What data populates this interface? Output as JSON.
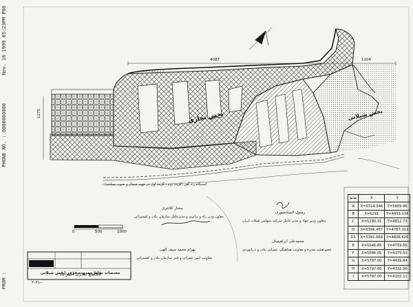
{
  "fax_header": "Nov. 16 1999 05:23PM P06",
  "fax_phone": "PHONE NO. : 0000000000",
  "fax_from": "FROM :",
  "dimensions": {
    "top_length": "4087",
    "right_length": "1104",
    "left_height": "1275"
  },
  "zone_labels": {
    "commercial": "بخش تجاری",
    "fishing": "بخش شیلاتی"
  },
  "map_note": "ایستگاه راه آهن (گزینه دوم - گزینه اول در جهت شمال و جنوب میباشد)",
  "scale_bar": {
    "start": "0",
    "mid": "500",
    "end": "1000"
  },
  "coords_table": {
    "title": "مختصات نقاط محدوده فرعی بخش شیلاتی",
    "headers": [
      "نقاط",
      "X",
      "Y"
    ],
    "rows": [
      [
        "A",
        "X=5314.346",
        "Y=5809.96"
      ],
      [
        "B",
        "X=5291",
        "Y=4953.138"
      ],
      [
        "C",
        "X=5290.31",
        "Y=4812.73"
      ],
      [
        "D",
        "X=5396.457",
        "Y=4787.319"
      ],
      [
        "D1",
        "X=5391.669",
        "Y=4806.626"
      ],
      [
        "E",
        "X=5546.85",
        "Y=4759.56"
      ],
      [
        "F",
        "X=5566.05",
        "Y=4375.53"
      ],
      [
        "G",
        "X=5797.00",
        "Y=4439.84"
      ],
      [
        "H",
        "X=5797.00",
        "Y=4332.36"
      ],
      [
        "I",
        "X=5797.00",
        "Y=4102.11"
      ]
    ]
  },
  "signatures": [
    {
      "name": "مختار کلانتری",
      "title": "معاون وزیر راه و ترابری و مدیرعامل سازمان بنادر و کشتیرانی"
    },
    {
      "name": "رسول لامینانسوری",
      "title": "معاون وزیر جهاد و مدیر عامل شرکت سهامی شیلات ایران"
    },
    {
      "name": "محمدعلی ابراهیمیان",
      "title": "عضو هیئت مدیره و معاونت هماهنگی عمرانی بنادر و دریانوردی"
    },
    {
      "name": "بهرام محمد سیف الهی",
      "title": "معاونت امور عمرانی و فنی سازمان بنادر و کشتیرانی"
    }
  ],
  "title_block": {
    "project_title": "مجتمع بندری امیرآباد",
    "drawing_no": "۲-۲۱-۰"
  },
  "colors": {
    "ink": "#1a1a1a",
    "paper": "#f4f4f1"
  },
  "icons": [
    "north-arrow-icon",
    "signature-icon"
  ]
}
